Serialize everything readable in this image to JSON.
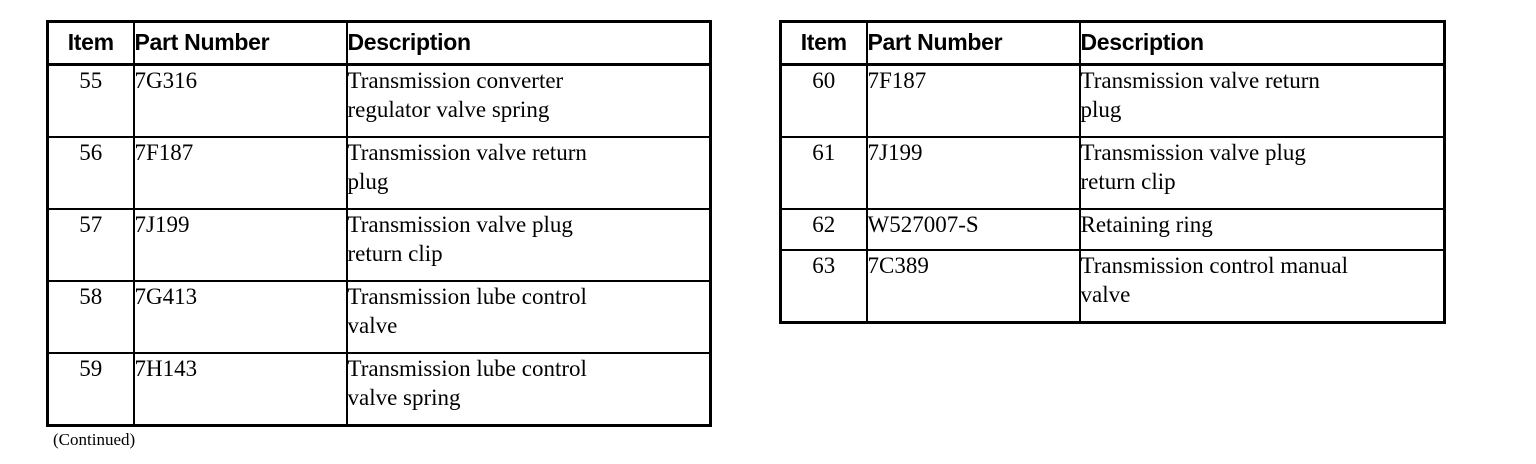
{
  "page": {
    "caption": "(Continued)",
    "background_color": "#ffffff",
    "text_color": "#000000",
    "border_color": "#000000"
  },
  "tables": [
    {
      "id": "left",
      "columns": {
        "item": "Item",
        "part_number": "Part Number",
        "description": "Description"
      },
      "rows": [
        {
          "item": "55",
          "part_number": "7G316",
          "description_lines": [
            "Transmission converter",
            "regulator valve spring"
          ]
        },
        {
          "item": "56",
          "part_number": "7F187",
          "description_lines": [
            "Transmission valve return",
            "plug"
          ]
        },
        {
          "item": "57",
          "part_number": "7J199",
          "description_lines": [
            "Transmission valve plug",
            "return clip"
          ]
        },
        {
          "item": "58",
          "part_number": "7G413",
          "description_lines": [
            "Transmission lube control",
            "valve"
          ]
        },
        {
          "item": "59",
          "part_number": "7H143",
          "description_lines": [
            "Transmission lube control",
            "valve spring"
          ]
        }
      ]
    },
    {
      "id": "right",
      "columns": {
        "item": "Item",
        "part_number": "Part Number",
        "description": "Description"
      },
      "rows": [
        {
          "item": "60",
          "part_number": "7F187",
          "description_lines": [
            "Transmission valve return",
            "plug"
          ]
        },
        {
          "item": "61",
          "part_number": "7J199",
          "description_lines": [
            "Transmission valve plug",
            "return clip"
          ]
        },
        {
          "item": "62",
          "part_number": "W527007-S",
          "description_lines": [
            "Retaining ring"
          ]
        },
        {
          "item": "63",
          "part_number": "7C389",
          "description_lines": [
            "Transmission control manual",
            "valve"
          ]
        }
      ]
    }
  ]
}
